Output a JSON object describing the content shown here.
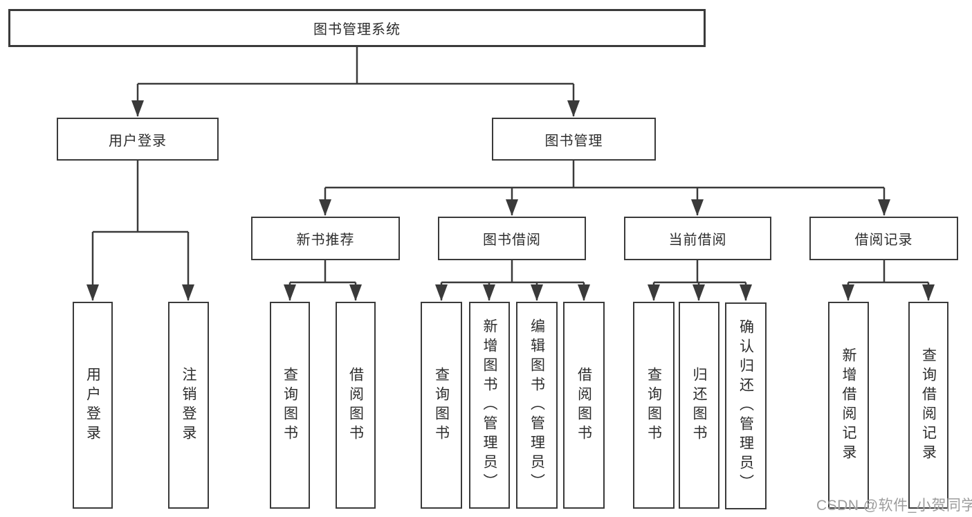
{
  "tree": {
    "label": "图书管理系统",
    "children": [
      {
        "label": "用户登录",
        "children": [
          {
            "label": "用户登录"
          },
          {
            "label": "注销登录"
          }
        ]
      },
      {
        "label": "图书管理",
        "children": [
          {
            "label": "新书推荐",
            "children": [
              {
                "label": "查询图书"
              },
              {
                "label": "借阅图书"
              }
            ]
          },
          {
            "label": "图书借阅",
            "children": [
              {
                "label": "查询图书"
              },
              {
                "label": "新增图书（管理员）"
              },
              {
                "label": "编辑图书（管理员）"
              },
              {
                "label": "借阅图书"
              }
            ]
          },
          {
            "label": "当前借阅",
            "children": [
              {
                "label": "查询图书"
              },
              {
                "label": "归还图书"
              },
              {
                "label": "确认归还（管理员）"
              }
            ]
          },
          {
            "label": "借阅记录",
            "children": [
              {
                "label": "新增借阅记录"
              },
              {
                "label": "查询借阅记录"
              }
            ]
          }
        ]
      }
    ]
  },
  "watermark": {
    "text": "CSDN @软件_小贺同学"
  },
  "colors": {
    "line": "#3a3a3a",
    "box_border": "#3a3a3a",
    "text": "#2d2d2d",
    "watermark": "#9c9c9c",
    "background": "#ffffff"
  }
}
